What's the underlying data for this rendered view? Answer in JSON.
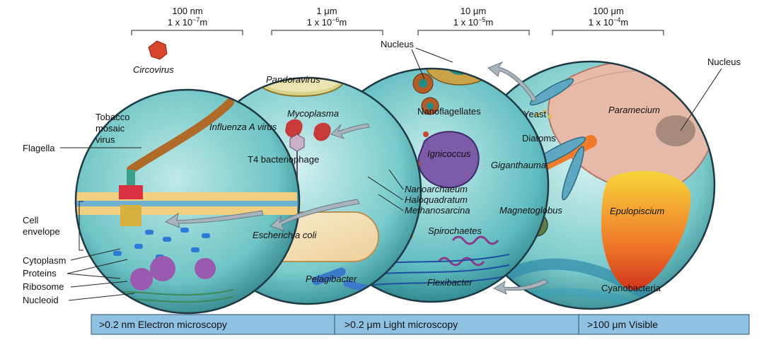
{
  "scales": [
    {
      "size": "100 nm",
      "sci": "1 x 10",
      "exp": "−7",
      "unit": "m"
    },
    {
      "size": "1 μm",
      "sci": "1 x 10",
      "exp": "−6",
      "unit": "m"
    },
    {
      "size": "10 μm",
      "sci": "1 x 10",
      "exp": "−5",
      "unit": "m"
    },
    {
      "size": "100 μm",
      "sci": "1 x 10",
      "exp": "−4",
      "unit": "m"
    }
  ],
  "left_labels": {
    "flagella": "Flagella",
    "cell_envelope_1": "Cell",
    "cell_envelope_2": "envelope",
    "cytoplasm": "Cytoplasm",
    "proteins": "Proteins",
    "ribosome": "Ribosome",
    "nucleoid": "Nucleoid"
  },
  "organisms": {
    "circovirus": "Circovirus",
    "tobacco_1": "Tobacco",
    "tobacco_2": "mosaic",
    "tobacco_3": "virus",
    "pandoravirus": "Pandoravirus",
    "mycoplasma": "Mycoplasma",
    "influenza": "Influenza A virus",
    "t4": "T4 bacteriophage",
    "ecoli": "Escherichia coli",
    "pelagibacter": "Pelagibacter",
    "nucleus_mid": "Nucleus",
    "nanoflagellates": "Nanoflagellates",
    "ignicoccus": "Ignicoccus",
    "nanoarchaeum": "Nanoarchaeum",
    "haloquadratum": "Haloquadratum",
    "methanosarcina": "Methanosarcina",
    "spirochaetes": "Spirochaetes",
    "flexibacter": "Flexibacter",
    "yeast": "Yeast",
    "diatoms": "Diatoms",
    "giganthauma": "Giganthauma",
    "magnetoglobus": "Magnetoglobus",
    "paramecium": "Paramecium",
    "epulopiscium": "Epulopiscium",
    "cyanobacteria": "Cyanobacteria",
    "nucleus_right": "Nucleus"
  },
  "microscopy_bar": [
    {
      "label": ">0.2 nm Electron microscopy"
    },
    {
      "label": ">0.2 μm Light microscopy"
    },
    {
      "label": ">100 μm Visible"
    }
  ],
  "colors": {
    "bar_fill": "#8fc1e2",
    "bar_stroke": "#2f4f6f",
    "circle_bg": "#6fc7c9",
    "circle_rim": "#1f3a44"
  }
}
